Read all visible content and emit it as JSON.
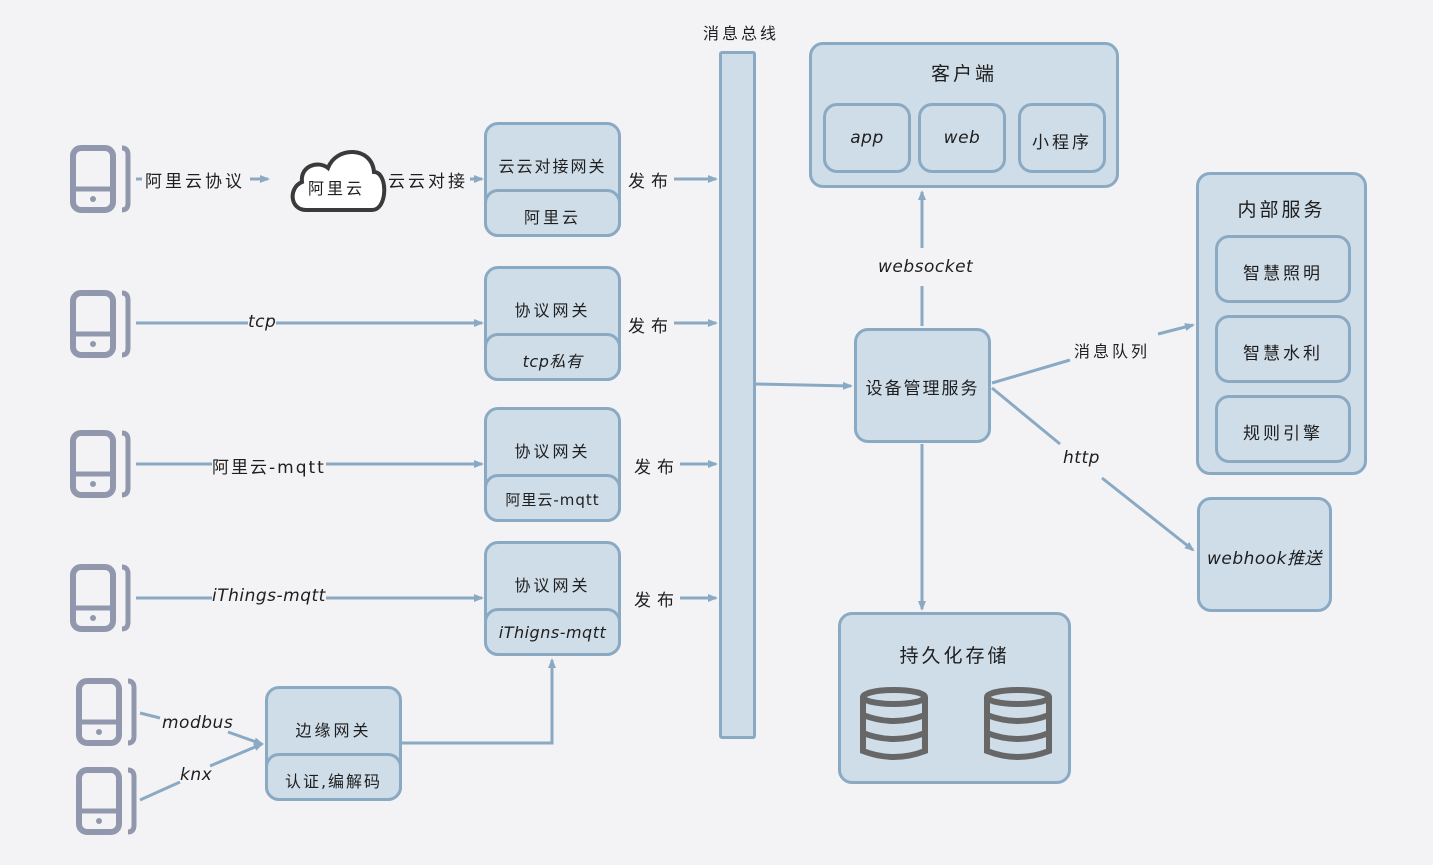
{
  "bus": {
    "title": "消息总线"
  },
  "devices": [
    {
      "name": "device-aliyun",
      "link_label": "阿里云协议"
    },
    {
      "name": "device-tcp",
      "link_label": "tcp"
    },
    {
      "name": "device-aliyun-mqtt",
      "link_label": "阿里云-mqtt"
    },
    {
      "name": "device-ithings-mqtt",
      "link_label": "iThings-mqtt"
    },
    {
      "name": "device-modbus",
      "link_label": "modbus"
    },
    {
      "name": "device-knx",
      "link_label": "knx"
    }
  ],
  "cloud": {
    "label": "阿里云",
    "link_label": "云云对接"
  },
  "gateways": [
    {
      "title": "云云对接网关",
      "sub": "阿里云",
      "publish": "发布"
    },
    {
      "title": "协议网关",
      "sub": "tcp私有",
      "publish": "发布"
    },
    {
      "title": "协议网关",
      "sub": "阿里云-mqtt",
      "publish": "发布"
    },
    {
      "title": "协议网关",
      "sub": "iThigns-mqtt",
      "publish": "发布"
    }
  ],
  "edge_gateway": {
    "title": "边缘网关",
    "sub": "认证,编解码"
  },
  "client": {
    "title": "客户端",
    "items": [
      "app",
      "web",
      "小程序"
    ]
  },
  "device_service": {
    "title": "设备管理服务"
  },
  "links": {
    "websocket": "websocket",
    "mq": "消息队列",
    "http": "http"
  },
  "internal": {
    "title": "内部服务",
    "items": [
      "智慧照明",
      "智慧水利",
      "规则引擎"
    ]
  },
  "webhook": {
    "title": "webhook推送"
  },
  "storage": {
    "title": "持久化存储"
  },
  "colors": {
    "box_fill": "#cfdde9",
    "box_stroke": "#8aaac4",
    "device": "#9198ae",
    "background": "#f3f3f6"
  }
}
